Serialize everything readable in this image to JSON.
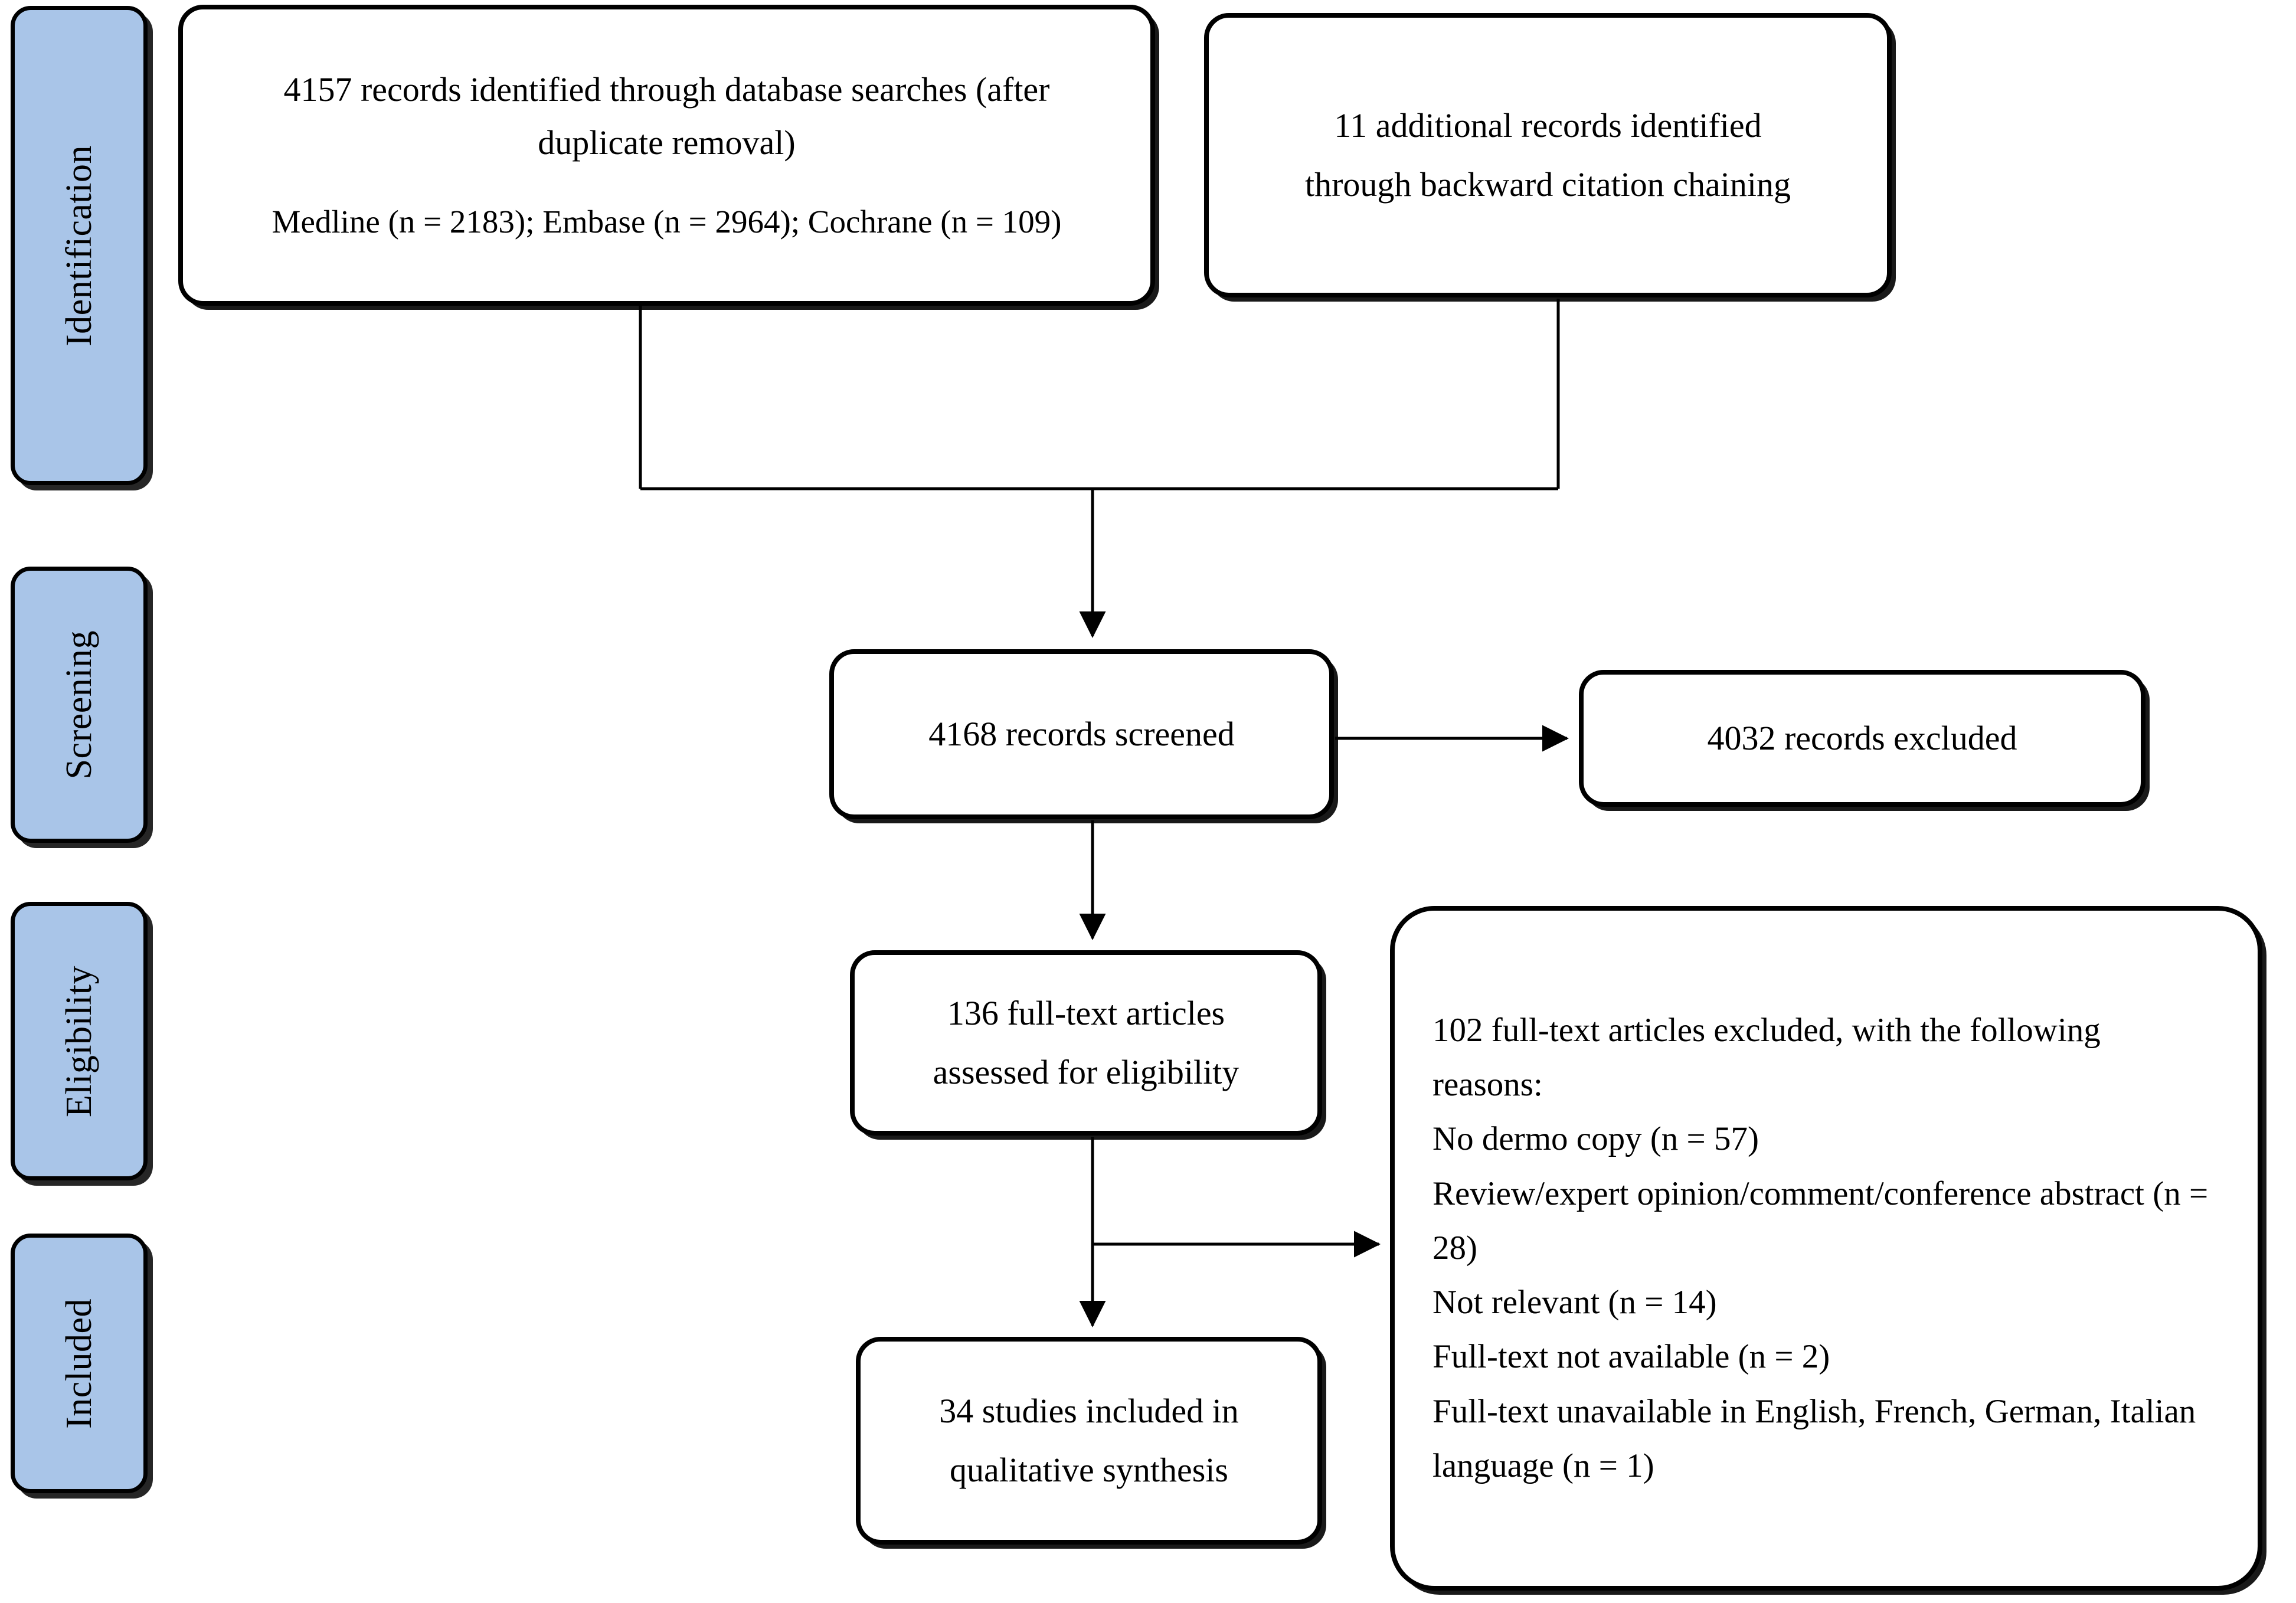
{
  "stages": [
    {
      "id": "identification",
      "label": "Identification"
    },
    {
      "id": "screening",
      "label": "Screening"
    },
    {
      "id": "eligibility",
      "label": "Eligibility"
    },
    {
      "id": "included",
      "label": "Included"
    }
  ],
  "boxes": {
    "identification_database": {
      "line1": "4157 records identified through database searches (after",
      "line2": "duplicate removal)",
      "sources": "Medline (n = 2183); Embase (n = 2964); Cochrane (n = 109)"
    },
    "identification_additional": {
      "line1": "11 additional records identified",
      "line2": "through backward citation chaining"
    },
    "screened": {
      "line1": "4168 records screened"
    },
    "records_excluded": {
      "line1": "4032 records excluded"
    },
    "eligibility": {
      "line1": "136 full-text articles",
      "line2": "assessed for eligibility"
    },
    "included": {
      "line1": "34 studies included in",
      "line2": "qualitative synthesis"
    },
    "fulltext_excluded": {
      "heading": "102 full-text articles excluded,  with the following reasons:",
      "reasons": [
        "No dermo copy (n = 57)",
        "Review/expert opinion/comment/conference abstract (n = 28)",
        "Not relevant (n = 14)",
        "Full-text not available (n = 2)",
        "Full-text unavailable in English, French, German, Italian language (n = 1)"
      ]
    }
  },
  "colors": {
    "stage_fill": "#a9c5e8",
    "stroke": "#000000",
    "box_fill": "#ffffff"
  },
  "chart_data": {
    "type": "diagram",
    "title": "PRISMA flow diagram",
    "nodes": [
      {
        "id": "identification_database",
        "stage": "Identification",
        "value": 4157
      },
      {
        "id": "identification_additional",
        "stage": "Identification",
        "value": 11
      },
      {
        "id": "screened",
        "stage": "Screening",
        "value": 4168
      },
      {
        "id": "records_excluded",
        "stage": "Screening",
        "value": 4032
      },
      {
        "id": "eligibility",
        "stage": "Eligibility",
        "value": 136
      },
      {
        "id": "fulltext_excluded",
        "stage": "Eligibility",
        "value": 102
      },
      {
        "id": "included",
        "stage": "Included",
        "value": 34
      }
    ],
    "breakdowns": {
      "databases": [
        {
          "name": "Medline",
          "n": 2183
        },
        {
          "name": "Embase",
          "n": 2964
        },
        {
          "name": "Cochrane",
          "n": 109
        }
      ],
      "exclusion_reasons": [
        {
          "name": "No dermo copy",
          "n": 57
        },
        {
          "name": "Review/expert opinion/comment/conference abstract",
          "n": 28
        },
        {
          "name": "Not relevant",
          "n": 14
        },
        {
          "name": "Full-text not available",
          "n": 2
        },
        {
          "name": "Full-text unavailable in English, French, German, Italian language",
          "n": 1
        }
      ]
    },
    "edges": [
      {
        "from": "identification_database",
        "to": "screened"
      },
      {
        "from": "identification_additional",
        "to": "screened"
      },
      {
        "from": "screened",
        "to": "records_excluded"
      },
      {
        "from": "screened",
        "to": "eligibility"
      },
      {
        "from": "eligibility",
        "to": "fulltext_excluded"
      },
      {
        "from": "eligibility",
        "to": "included"
      }
    ]
  }
}
